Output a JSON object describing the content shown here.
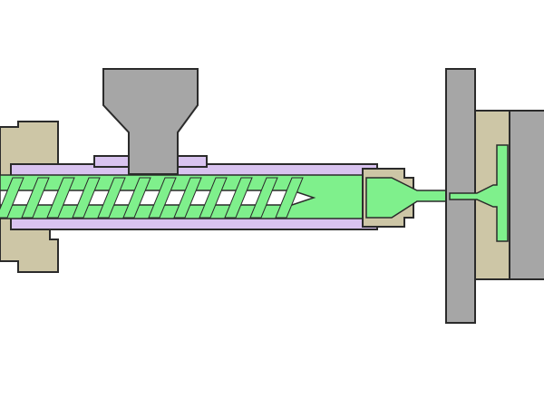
{
  "diagram": {
    "kind": "injection-molding-machine-cross-section",
    "colors": {
      "background": "#ffffff",
      "outline": "#2b2b2b",
      "metal_grey": "#a6a6a6",
      "mold_tan": "#cdc6a6",
      "flange_tan": "#cdc6a6",
      "barrel_lavender": "#d9c3f0",
      "polymer_green": "#7ff08c",
      "screw_white": "#ffffff"
    },
    "components": [
      {
        "id": "hopper",
        "icon": "hopper-funnel"
      },
      {
        "id": "barrel",
        "icon": "heated-barrel"
      },
      {
        "id": "screw",
        "icon": "reciprocating-screw"
      },
      {
        "id": "nozzle",
        "icon": "nozzle"
      },
      {
        "id": "mold",
        "icon": "mold-halves"
      },
      {
        "id": "mold_cavity",
        "icon": "molded-part"
      }
    ]
  }
}
